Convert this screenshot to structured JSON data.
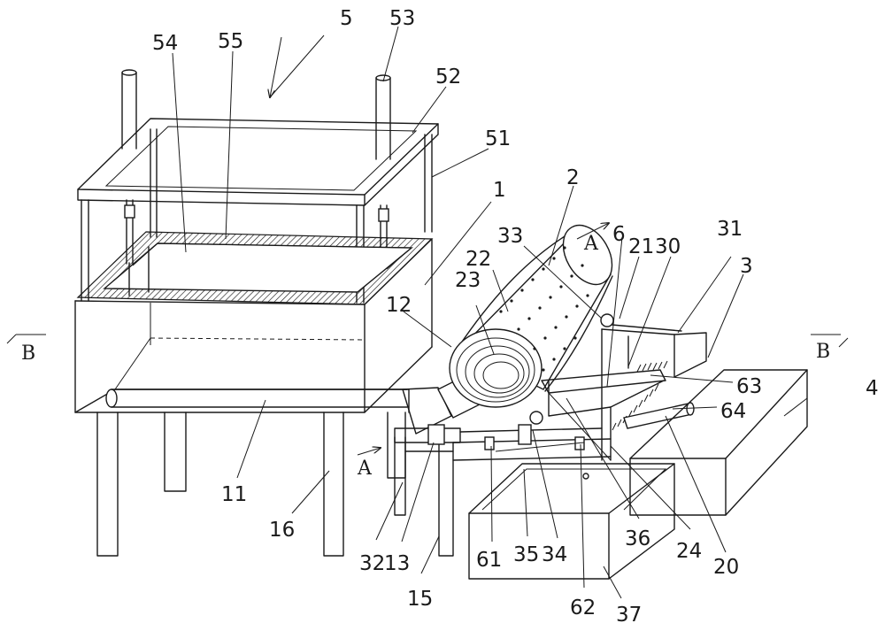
{
  "labels": {
    "l5": "5",
    "l53": "53",
    "l54": "54",
    "l55": "55",
    "l52": "52",
    "l51": "51",
    "l1": "1",
    "l2": "2",
    "l33": "33",
    "l22": "22",
    "l6": "6",
    "l21": "21",
    "l30": "30",
    "l31": "31",
    "l3": "3",
    "l12": "12",
    "l23": "23",
    "l63": "63",
    "l64": "64",
    "l4": "4",
    "l11": "11",
    "l16": "16",
    "l32": "32",
    "l13": "13",
    "l15": "15",
    "l61": "61",
    "l35": "35",
    "l34": "34",
    "l36": "36",
    "l24": "24",
    "l20": "20",
    "l62": "62",
    "l37": "37"
  },
  "sections": {
    "a_top": "A",
    "a_bottom": "A",
    "b_left": "B",
    "b_right": "B"
  }
}
